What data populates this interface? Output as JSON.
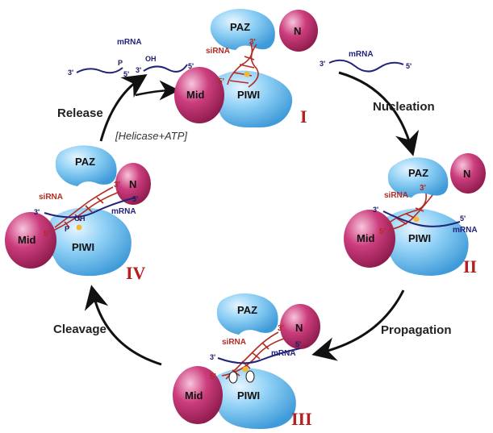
{
  "stages": [
    {
      "numeral": "I",
      "domains": {
        "paz": "PAZ",
        "n": "N",
        "mid": "Mid",
        "piwi": "PIWI"
      },
      "sirna": "siRNA",
      "end3": "3'",
      "end5": "5'"
    },
    {
      "numeral": "II",
      "domains": {
        "paz": "PAZ",
        "n": "N",
        "mid": "Mid",
        "piwi": "PIWI"
      },
      "sirna": "siRNA",
      "mrna": "mRNA",
      "end3": "3'",
      "end5": "5'",
      "end3b": "3'",
      "end5b": "5'"
    },
    {
      "numeral": "III",
      "domains": {
        "paz": "PAZ",
        "n": "N",
        "mid": "Mid",
        "piwi": "PIWI"
      },
      "sirna": "siRNA",
      "mrna": "mRNA",
      "end3": "3'",
      "end5": "5'",
      "end3b": "3'",
      "end5b": "5'"
    },
    {
      "numeral": "IV",
      "domains": {
        "paz": "PAZ",
        "n": "N",
        "mid": "Mid",
        "piwi": "PIWI"
      },
      "sirna": "siRNA",
      "mrna": "mRNA",
      "end3": "3'",
      "end5": "5'",
      "end3b": "3'",
      "end5b": "5'",
      "oh": "OH",
      "p": "P"
    }
  ],
  "steps": {
    "nucleation": "Nucleation",
    "propagation": "Propagation",
    "cleavage": "Cleavage",
    "release": "Release",
    "helicase": "[Helicase+ATP]"
  },
  "free_mrna_right": {
    "label": "mRNA",
    "end3": "3'",
    "end5": "5'"
  },
  "free_mrna_left": {
    "label": "mRNA",
    "end3": "3'",
    "end5": "5'",
    "p": "P",
    "end3b": "3'",
    "oh": "OH",
    "end5b": "5'"
  },
  "colors": {
    "paz": "#7cc4ee",
    "piwi": "#6ab8ea",
    "mid": "#c4346f",
    "n": "#c4346f",
    "sirna": "#b52a22",
    "mrna": "#23237a",
    "numeral": "#b32020",
    "arrow": "#111111"
  }
}
